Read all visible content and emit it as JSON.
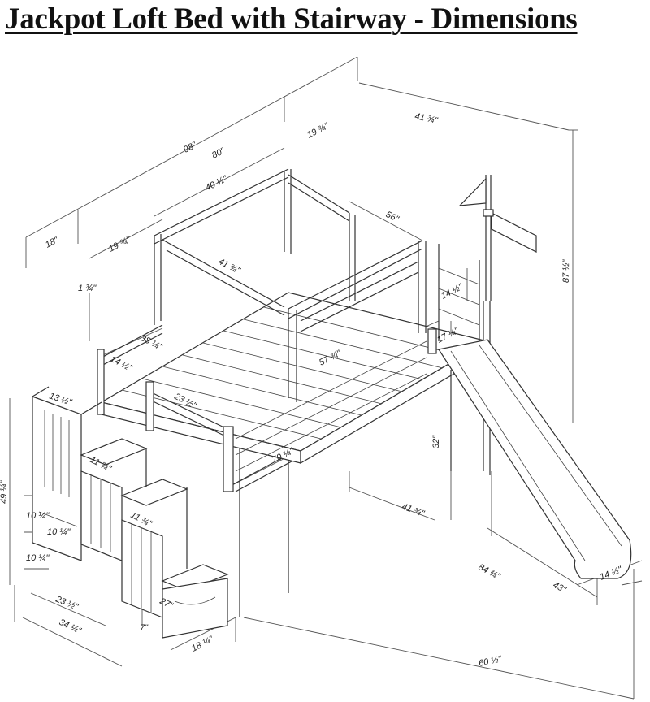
{
  "title": "Jackpot Loft Bed with Stairway - Dimensions",
  "dimensions": {
    "d98": "98\"",
    "d80": "80\"",
    "d19_3_4_top": "19 ¾\"",
    "d41_3_4_top": "41 ¾\"",
    "d40_1_2": "40 ½\"",
    "d56": "56\"",
    "d18": "18\"",
    "d19_3_4_mid": "19 ¾\"",
    "d41_3_4_mid": "41 ¾\"",
    "d87_1_2": "87 ½\"",
    "d1_3_4": "1 ¾\"",
    "d14_1_2_right": "14 ½\"",
    "d38_1_4": "38 ¼\"",
    "d17_1_4": "17 ¼\"",
    "d14_1_2_left": "14 ½\"",
    "d57_3_4": "57 ¾\"",
    "d23_1_2_top": "23 ½\"",
    "d13_1_2": "13 ½\"",
    "d11_a": "11 ¾\"",
    "d32": "32\"",
    "d70_1_4": "70 ¼\"",
    "d49_1_4": "49 ¼\"",
    "d41_3_4_low": "41 ¾\"",
    "d10_a": "10 ¼\"",
    "d11_b": "11 ¾\"",
    "d10_b": "10 ¼\"",
    "d10_c": "10 ¼\"",
    "d84_3_4": "84 ¾\"",
    "d43": "43\"",
    "d14_1_2_slide": "14 ½\"",
    "d23_1_2_low": "23 ½\"",
    "d27": "27\"",
    "d34_1_4": "34 ¼\"",
    "d7": "7\"",
    "d18_1_4": "18 ¼\"",
    "d60_1_2": "60 ½\""
  }
}
